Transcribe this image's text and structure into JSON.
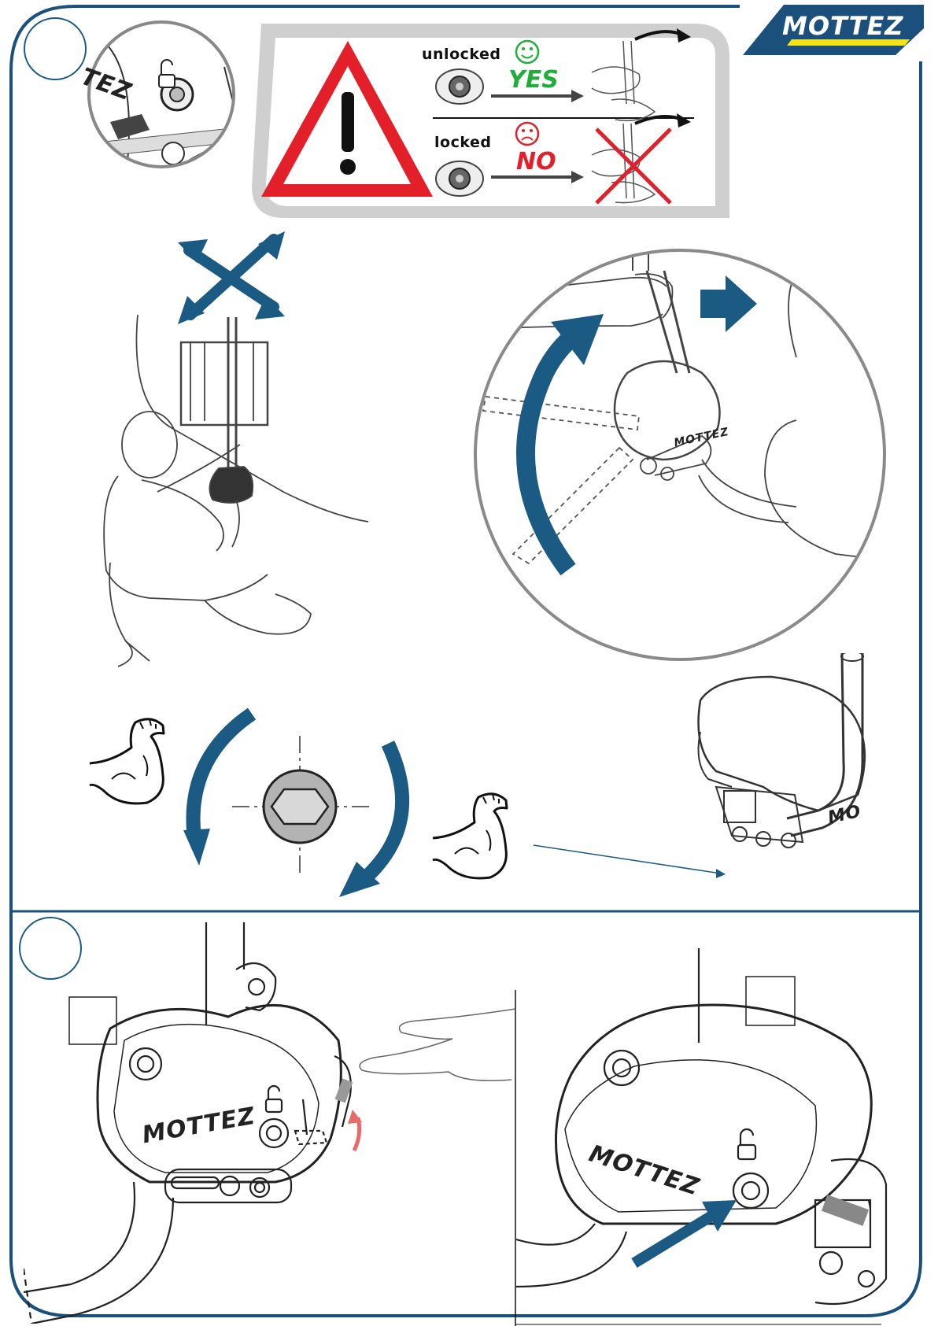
{
  "brand": {
    "name": "MOTTEZ",
    "bg_color": "#1b4f7c",
    "stripe_color": "#f2e21a"
  },
  "warning": {
    "unlocked_label": "unlocked",
    "locked_label": "locked",
    "yes_label": "YES",
    "no_label": "NO",
    "yes_color": "#1fae3a",
    "no_color": "#e0202a"
  },
  "device": {
    "stamp": "MOTTEZ",
    "stamp_partial": "MO",
    "stamp_zoom": "TEZ"
  },
  "colors": {
    "frame": "#1b4f7c",
    "arrow": "#1b5a82",
    "triangle": "#e3202a",
    "highlight": "#e86a6a"
  }
}
